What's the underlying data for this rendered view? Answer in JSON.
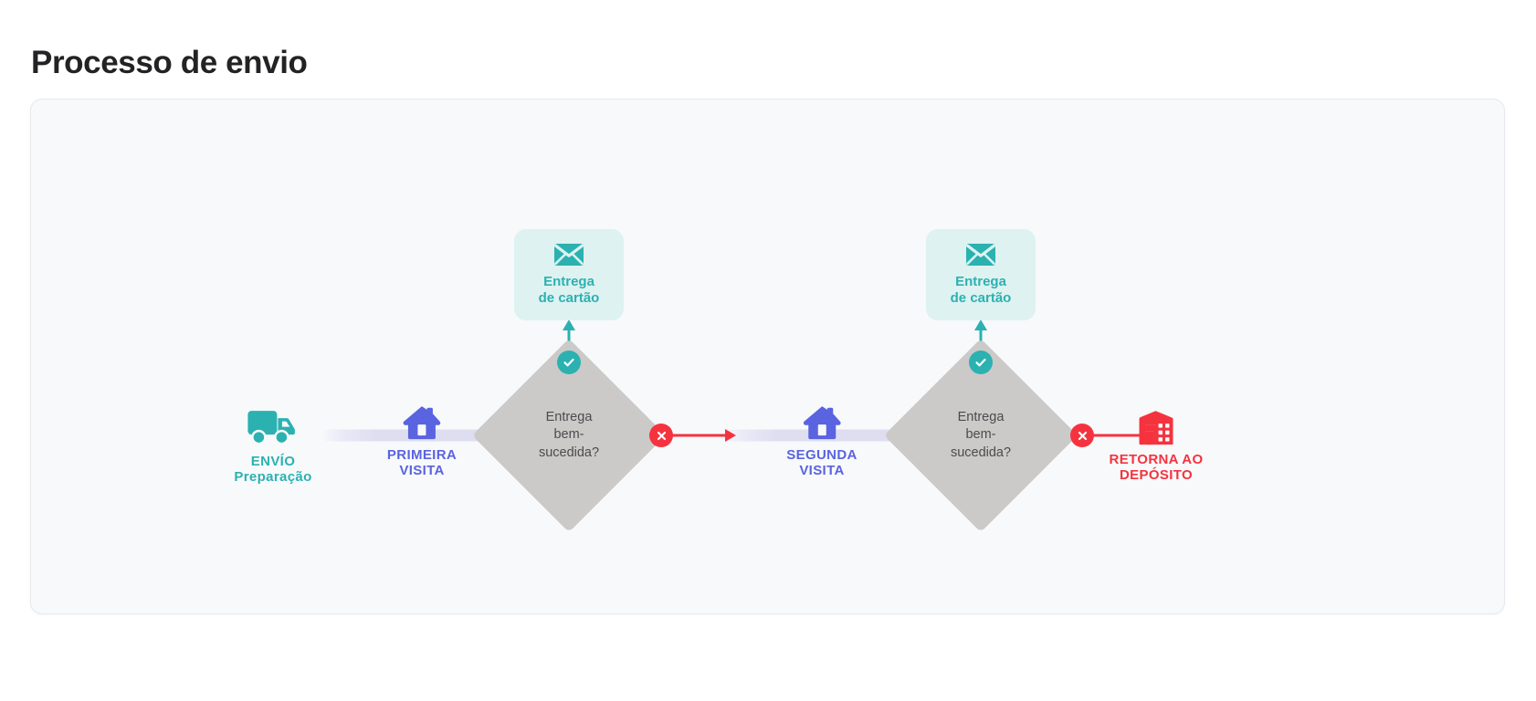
{
  "page": {
    "title": "Processo de envio"
  },
  "colors": {
    "teal": "#2cb1b1",
    "teal_light": "#ddf2f1",
    "indigo": "#5a63e0",
    "red": "#f5333f",
    "gray_diamond": "#cbcac8",
    "lavender_connector": "#dedef0",
    "card_background": "#f7f9fb",
    "title_text": "#232326"
  },
  "diagram": {
    "type": "flowchart",
    "nodes": [
      {
        "id": "shipping",
        "icon": "delivery-truck-icon",
        "label_line1": "ENVÍO",
        "label_line2": "Preparação",
        "color": "teal"
      },
      {
        "id": "first-visit",
        "icon": "house-icon",
        "label_line1": "PRIMEIRA",
        "label_line2": "VISITA",
        "color": "indigo"
      },
      {
        "id": "decision-1",
        "shape": "diamond",
        "text_line1": "Entrega",
        "text_line2": "bem-",
        "text_line3": "sucedida?"
      },
      {
        "id": "card-delivery-1",
        "icon": "envelope-icon",
        "label_line1": "Entrega",
        "label_line2": "de cartão",
        "color": "teal"
      },
      {
        "id": "second-visit",
        "icon": "house-icon",
        "label_line1": "SEGUNDA",
        "label_line2": "VISITA",
        "color": "indigo"
      },
      {
        "id": "decision-2",
        "shape": "diamond",
        "text_line1": "Entrega",
        "text_line2": "bem-",
        "text_line3": "sucedida?"
      },
      {
        "id": "card-delivery-2",
        "icon": "envelope-icon",
        "label_line1": "Entrega",
        "label_line2": "de cartão",
        "color": "teal"
      },
      {
        "id": "return-warehouse",
        "icon": "warehouse-icon",
        "label_line1": "RETORNA AO",
        "label_line2": "DEPÓSITO",
        "color": "red"
      }
    ],
    "badges": [
      {
        "id": "badge-success-1",
        "type": "check",
        "glyph": "✓"
      },
      {
        "id": "badge-failure-1",
        "type": "x",
        "glyph": "✕"
      },
      {
        "id": "badge-success-2",
        "type": "check",
        "glyph": "✓"
      },
      {
        "id": "badge-failure-2",
        "type": "x",
        "glyph": "✕"
      }
    ]
  }
}
